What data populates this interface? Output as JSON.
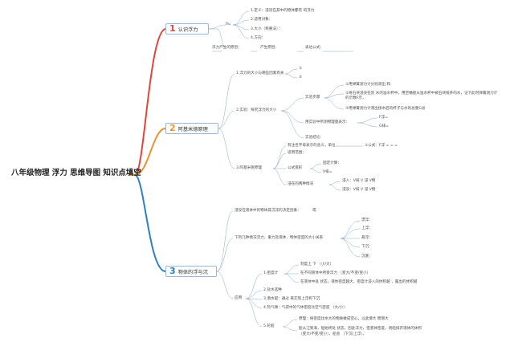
{
  "title": "八年级物理 浮力 思维导图 知识点填空",
  "branches": [
    {
      "num": "1",
      "label": "认识浮力",
      "color": "#e0453a"
    },
    {
      "num": "2",
      "label": "阿基米德原理",
      "color": "#e8942c"
    },
    {
      "num": "3",
      "label": "物体的浮与沉",
      "color": "#2f7fc1"
    }
  ],
  "b1": {
    "fu": "f/u",
    "def": "1.定义：浸没在其中的物体都有 的浮力",
    "obj": "2.适用对象：",
    "size": "3.大小（称重法）：",
    "dir": "4.方向：",
    "cause": "浮力产生的原因：",
    "cause2": "产生原因：",
    "expr": "表达公式："
  },
  "b2": {
    "factors": "1.浮力的大小与哪些因素有关",
    "f1": "①",
    "f2": "②",
    "exp": "2.实验：探究浮力的大小",
    "steps": "实验步骤",
    "s1": "①用弹簧测力计分别测出 和",
    "s2": "②将石块浸没在装 水的溢水杯中，用空桶接从溢水杯中被石块排开的水，记下此时弹簧测力计的示数F示，",
    "s2b": "时弹簧测力计的示数F示，",
    "s3": "③用弹簧测力计测出接水后的杯子与水的总重G总",
    "rep": "用实验中所测物理量表示：",
    "ff": "F浮=",
    "gp": "G排=",
    "concl": "实验结论：",
    "arch": "3.阿基米德原理",
    "content": "有注名字母表示的含义，单位",
    "formula": "①公式：F浮 = = =",
    "range": "适用范围：",
    "deform": "公式变形",
    "calc": "固定计算：",
    "vp": "V排=",
    "twocase": "浸在的两种情况",
    "c1": "浸入：V排 V 浸 V物",
    "c2": "浸没：V排 V 浸 V物"
  },
  "b3": {
    "cond": "浸没在液体中的物体其沉浮的决定因素：",
    "cond2": "或",
    "rel": "下列几种情况浮力、重力及液体、物体密度的大小关系",
    "states": [
      "漂浮：",
      "上浮：",
      "悬浮：",
      "下沉：",
      "沉底："
    ],
    "app": "应用",
    "a1": "1.密度计",
    "a1a": "刻度上 下 （小/大）",
    "a1b": "在不同液体中所受浮力 （变大/不变/变小）",
    "a1c": "在液体中处 状态，液体密度越大，密度计浸入的体积越 ，露出的体积越",
    "a2": "2.盐水选种",
    "a3": "3.潜水艇：通过 来实现上浮和下沉",
    "a4": "4.热气球：气袋中的气体密度比空气密度 （大/小）",
    "a5": "5.轮船",
    "a5a": "原理：将密度比水大的物质做成空心，以此增大 而增大",
    "a5b": "船从江到海，船始终处 状态，因此浮力，但液体密度，则船排开液体的体积",
    "a5c": "（变大/不变/变小），船会 （下沉/上浮）。"
  }
}
